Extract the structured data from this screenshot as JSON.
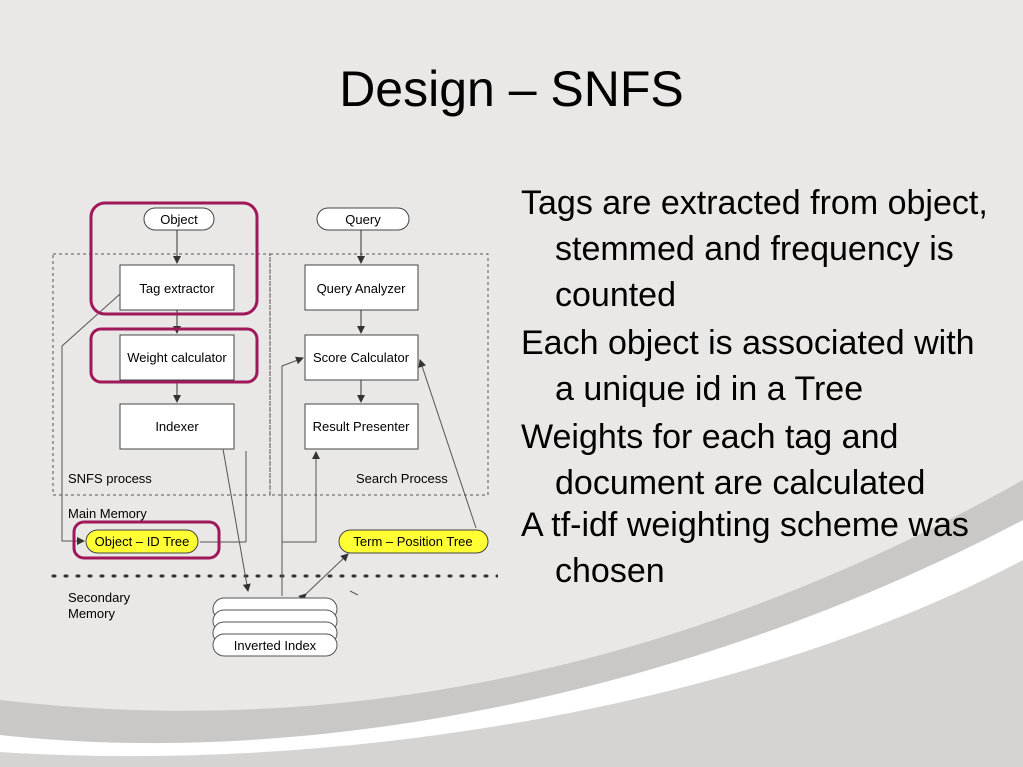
{
  "slide": {
    "title": "Design – SNFS",
    "bullets": [
      "Tags are extracted from object, stemmed and frequency is counted",
      "Each object is associated with a unique id in a Tree",
      "Weights for each tag and document are calculated",
      "A tf-idf weighting scheme was chosen"
    ]
  },
  "diagram": {
    "object_label": "Object",
    "query_label": "Query",
    "tag_extractor": "Tag extractor",
    "weight_calculator": "Weight calculator",
    "indexer": "Indexer",
    "query_analyzer": "Query Analyzer",
    "score_calculator": "Score Calculator",
    "result_presenter": "Result Presenter",
    "snfs_process": "SNFS process",
    "search_process": "Search Process",
    "main_memory": "Main Memory",
    "object_id_tree": "Object – ID Tree",
    "term_position_tree": "Term – Position Tree",
    "secondary_memory_line1": "Secondary",
    "secondary_memory_line2": "Memory",
    "inverted_index": "Inverted Index"
  },
  "colors": {
    "highlight_border": "#a0185a",
    "tree_fill": "#ffff33",
    "background": "#e9e8e6"
  }
}
